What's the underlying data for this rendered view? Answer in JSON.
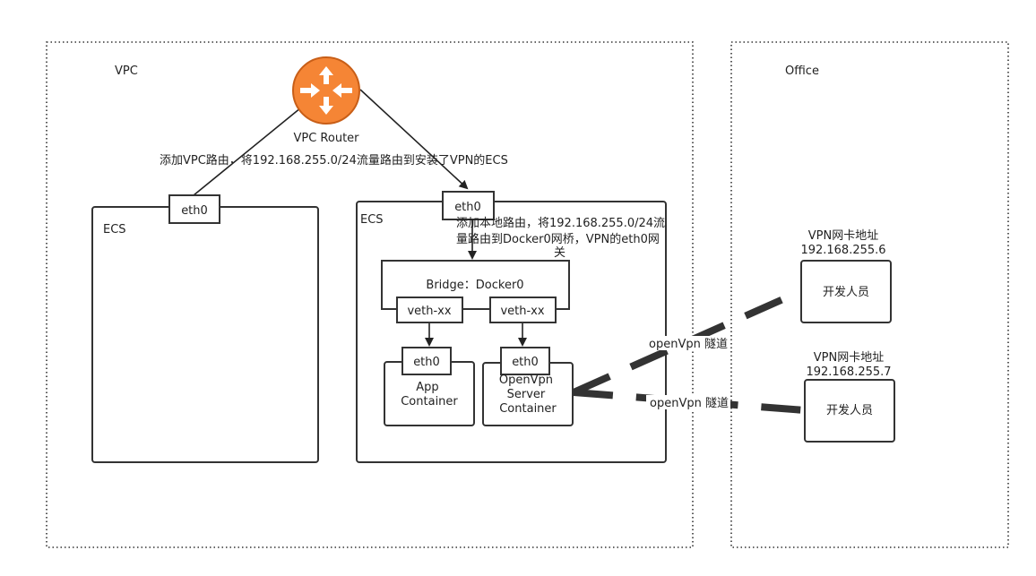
{
  "regions": {
    "vpc": {
      "label": "VPC"
    },
    "office": {
      "label": "Office"
    }
  },
  "router": {
    "label": "VPC Router",
    "color": "#f58535"
  },
  "route_notes": {
    "vpc_route": "添加VPC路由，将192.168.255.0/24流量路由到安装了VPN的ECS",
    "local_route_lines": [
      "添加本地路由，将192.168.255.0/24流",
      "量路由到Docker0网桥，VPN的eth0网",
      "关"
    ]
  },
  "ecs_left": {
    "label": "ECS",
    "nic": "eth0"
  },
  "ecs_right": {
    "label": "ECS",
    "nic": "eth0"
  },
  "bridge": {
    "label": "Bridge：Docker0",
    "veth_a": "veth-xx",
    "veth_b": "veth-xx"
  },
  "containers": {
    "app": {
      "nic": "eth0",
      "lines": [
        "App",
        "Container"
      ]
    },
    "openvpn": {
      "nic": "eth0",
      "lines": [
        "OpenVpn",
        "Server",
        "Container"
      ]
    }
  },
  "tunnels": {
    "tunnel_1": "openVpn 隧道",
    "tunnel_2": "openVpn 隧道"
  },
  "developers": {
    "dev_1": {
      "caption": "VPN网卡地址",
      "address": "192.168.255.6",
      "label": "开发人员"
    },
    "dev_2": {
      "caption": "VPN网卡地址",
      "address": "192.168.255.7",
      "label": "开发人员"
    }
  }
}
